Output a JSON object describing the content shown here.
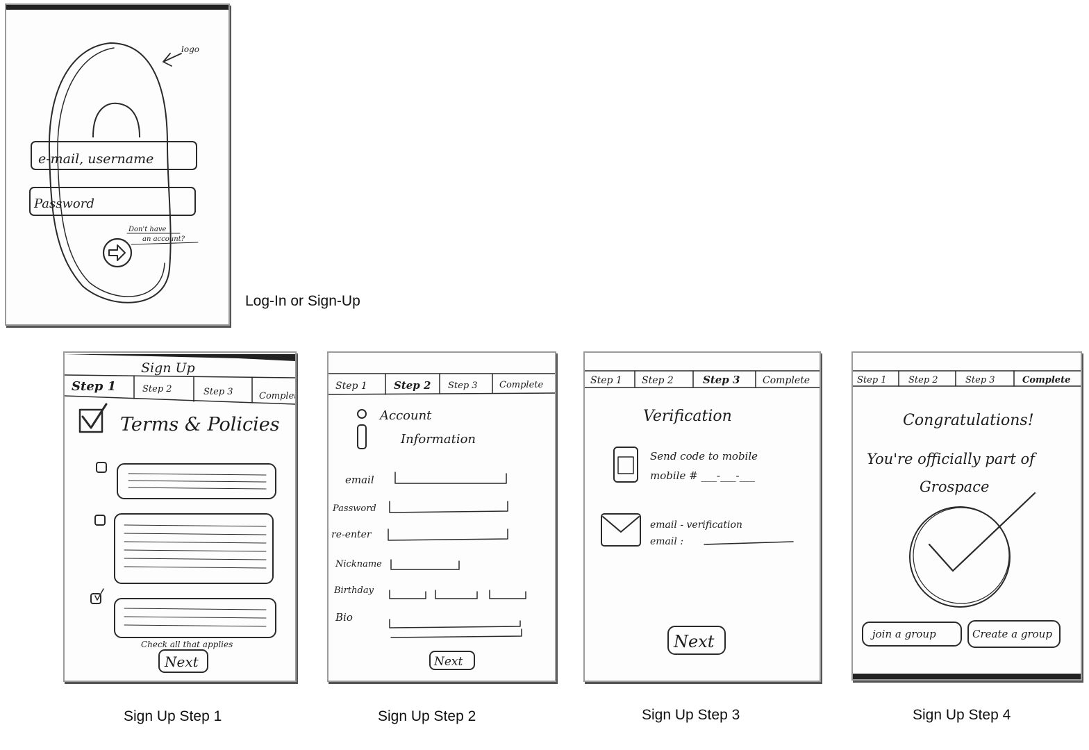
{
  "captions": {
    "login": "Log-In or Sign-Up",
    "step1": "Sign Up Step 1",
    "step2": "Sign Up Step 2",
    "step3": "Sign Up Step 3",
    "step4": "Sign Up Step 4"
  },
  "login": {
    "logo_note": "logo",
    "email_placeholder": "e-mail, username",
    "password_placeholder": "Password",
    "signup_link_line1": "Don't have",
    "signup_link_line2": "an account?"
  },
  "tabs": {
    "step1": "Step 1",
    "step2": "Step 2",
    "step3": "Step 3",
    "complete": "Complete"
  },
  "step1": {
    "header": "Sign Up",
    "title": "Terms & Policies",
    "note": "Check all that applies",
    "next": "Next"
  },
  "step2": {
    "title_line1": "Account",
    "title_line2": "Information",
    "fields": {
      "email": "email",
      "password": "Password",
      "reenter": "re-enter",
      "nickname": "Nickname",
      "birthday": "Birthday",
      "bio": "Bio"
    },
    "next": "Next"
  },
  "step3": {
    "title": "Verification",
    "mobile_line1": "Send code to mobile",
    "mobile_line2": "mobile # ___-___-___",
    "email_line1": "email - verification",
    "email_line2": "email :",
    "next": "Next"
  },
  "step4": {
    "title": "Congratulations!",
    "line1": "You're officially part of",
    "line2": "Grospace",
    "join": "join a group",
    "create": "Create a group"
  }
}
